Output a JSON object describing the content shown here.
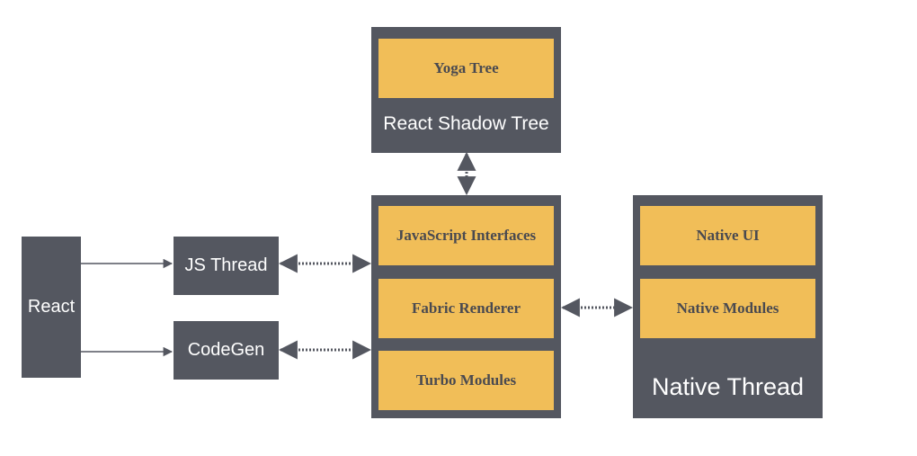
{
  "nodes": {
    "react": "React",
    "js_thread": "JS Thread",
    "codegen": "CodeGen",
    "shadow_tree": {
      "title": "React Shadow Tree",
      "yoga": "Yoga Tree"
    },
    "core": {
      "js_interfaces": "JavaScript Interfaces",
      "fabric": "Fabric Renderer",
      "turbo": "Turbo Modules"
    },
    "native": {
      "title": "Native Thread",
      "ui": "Native UI",
      "modules": "Native Modules"
    }
  },
  "colors": {
    "box": "#545760",
    "cell": "#f1be58",
    "cell_text": "#4a4a50",
    "box_text": "#ffffff",
    "connector": "#545760"
  }
}
